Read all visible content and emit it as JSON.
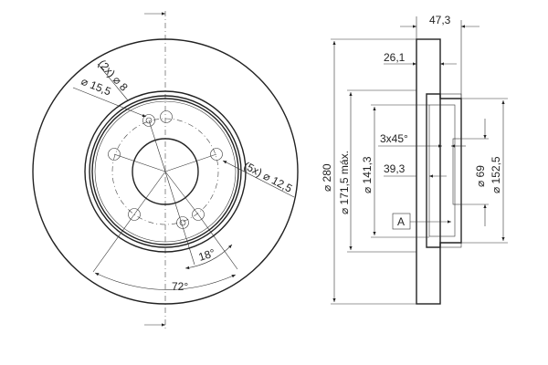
{
  "front_view": {
    "hole_note_small": "(2x) ⌀ 8",
    "hole_note_outer": "⌀ 15,5",
    "bolt_hole_note": "(5x) ⌀ 12,5",
    "angle_small": "18°",
    "angle_large": "72°"
  },
  "side_view": {
    "total_width": "47,3",
    "disc_offset": "26,1",
    "outer_diameter": "⌀ 280",
    "wear_diameter": "⌀ 171,5 máx.",
    "hub_diameter": "⌀ 141,3",
    "chamfer": "3x45°",
    "hat_depth": "39,3",
    "bore_diameter": "⌀ 69",
    "hub_face_diameter": "⌀ 152,5",
    "datum": "A"
  }
}
